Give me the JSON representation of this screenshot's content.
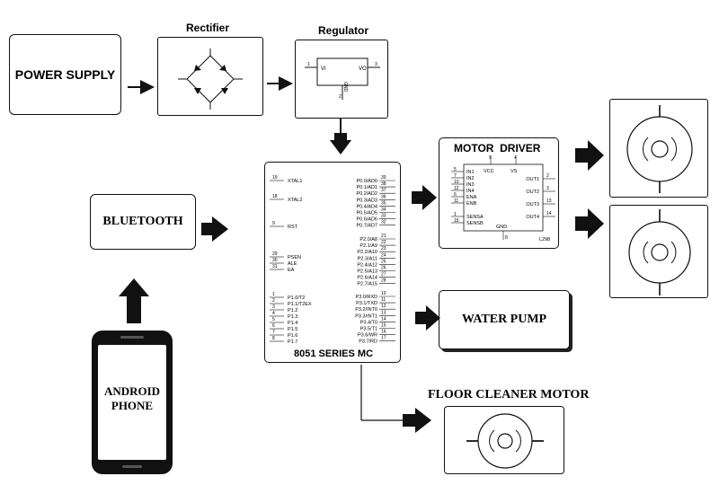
{
  "blocks": {
    "power_supply": "POWER SUPPLY",
    "rectifier": "Rectifier",
    "regulator": "Regulator",
    "bluetooth": "BLUETOOTH",
    "android_phone_line1": "ANDROID",
    "android_phone_line2": "PHONE",
    "motor_driver": "MOTOR  DRIVER",
    "water_pump": "WATER PUMP",
    "floor_cleaner_motor": "FLOOR CLEANER MOTOR",
    "mcu_caption": "8051 SERIES MC"
  },
  "regulator_chip": {
    "vi": "VI",
    "vo": "VO",
    "gnd": "GND",
    "pin_in": "1",
    "pin_out": "3",
    "pin_gnd": "2"
  },
  "mcu_left_pins": [
    {
      "num": "19",
      "name": "XTAL1"
    },
    {
      "num": "18",
      "name": "XTAL2"
    },
    {
      "num": "9",
      "name": "RST"
    },
    {
      "num": "29",
      "name": "PSEN"
    },
    {
      "num": "30",
      "name": "ALE"
    },
    {
      "num": "31",
      "name": "EA"
    },
    {
      "num": "1",
      "name": "P1.0/T2"
    },
    {
      "num": "2",
      "name": "P1.1/T2EX"
    },
    {
      "num": "3",
      "name": "P1.2"
    },
    {
      "num": "4",
      "name": "P1.3"
    },
    {
      "num": "5",
      "name": "P1.4"
    },
    {
      "num": "6",
      "name": "P1.5"
    },
    {
      "num": "7",
      "name": "P1.6"
    },
    {
      "num": "8",
      "name": "P1.7"
    }
  ],
  "mcu_right_pins": [
    {
      "num": "39",
      "name": "P0.0/AD0"
    },
    {
      "num": "38",
      "name": "P0.1/AD1"
    },
    {
      "num": "37",
      "name": "P0.2/AD2"
    },
    {
      "num": "36",
      "name": "P0.3/AD3"
    },
    {
      "num": "35",
      "name": "P0.4/AD4"
    },
    {
      "num": "34",
      "name": "P0.5/AD5"
    },
    {
      "num": "33",
      "name": "P0.6/AD6"
    },
    {
      "num": "32",
      "name": "P0.7/AD7"
    },
    {
      "num": "21",
      "name": "P2.0/A8"
    },
    {
      "num": "22",
      "name": "P2.1/A9"
    },
    {
      "num": "23",
      "name": "P2.2/A10"
    },
    {
      "num": "24",
      "name": "P2.3/A11"
    },
    {
      "num": "25",
      "name": "P2.4/A12"
    },
    {
      "num": "26",
      "name": "P2.5/A13"
    },
    {
      "num": "27",
      "name": "P2.6/A14"
    },
    {
      "num": "28",
      "name": "P2.7/A15"
    },
    {
      "num": "10",
      "name": "P3.0/RXD"
    },
    {
      "num": "11",
      "name": "P3.1/TXD"
    },
    {
      "num": "12",
      "name": "P3.2/INT0"
    },
    {
      "num": "13",
      "name": "P3.3/INT1"
    },
    {
      "num": "14",
      "name": "P3.4/T0"
    },
    {
      "num": "15",
      "name": "P3.5/T1"
    },
    {
      "num": "16",
      "name": "P3.6/WR"
    },
    {
      "num": "17",
      "name": "P3.7/RD"
    }
  ],
  "driver_chip": {
    "vcc": "VCC",
    "vs": "VS",
    "gnd": "GND",
    "part": "L298",
    "pin_vcc": "9",
    "pin_vs": "4",
    "pin_gnd": "8",
    "inputs": [
      {
        "num": "5",
        "name": "IN1"
      },
      {
        "num": "7",
        "name": "IN2"
      },
      {
        "num": "10",
        "name": "IN3"
      },
      {
        "num": "12",
        "name": "IN4"
      },
      {
        "num": "6",
        "name": "ENA"
      },
      {
        "num": "11",
        "name": "ENB"
      },
      {
        "num": "1",
        "name": "SENSA"
      },
      {
        "num": "15",
        "name": "SENSB"
      }
    ],
    "outputs": [
      {
        "num": "2",
        "name": "OUT1"
      },
      {
        "num": "3",
        "name": "OUT2"
      },
      {
        "num": "13",
        "name": "OUT3"
      },
      {
        "num": "14",
        "name": "OUT4"
      }
    ]
  }
}
